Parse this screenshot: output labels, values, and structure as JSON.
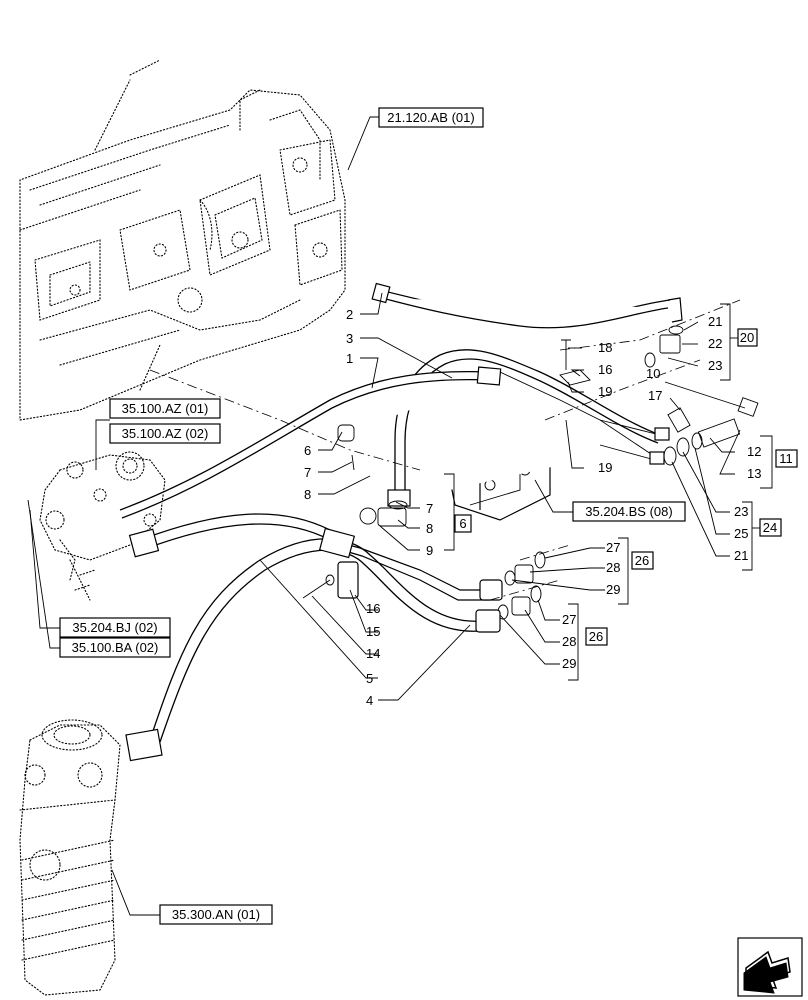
{
  "references": {
    "r1": "21.120.AB (01)",
    "r2": "35.100.AZ (01)",
    "r3": "35.100.AZ (02)",
    "r4": "35.204.BS (08)",
    "r5": "35.204.BJ (02)",
    "r6": "35.100.BA (02)",
    "r7": "35.300.AN (01)"
  },
  "callouts": {
    "c1": "1",
    "c2": "2",
    "c3": "3",
    "c4": "4",
    "c5": "5",
    "c6a": "6",
    "c7a": "7",
    "c8a": "8",
    "c7b": "7",
    "c8b": "8",
    "c9": "9",
    "c10": "10",
    "c12": "12",
    "c13": "13",
    "c14": "14",
    "c15": "15",
    "c16a": "16",
    "c16b": "16",
    "c17": "17",
    "c18": "18",
    "c19a": "19",
    "c19b": "19",
    "c21a": "21",
    "c22": "22",
    "c23a": "23",
    "c23b": "23",
    "c25": "25",
    "c21b": "21",
    "c27a": "27",
    "c28a": "28",
    "c29a": "29",
    "c27b": "27",
    "c28b": "28",
    "c29b": "29"
  },
  "kits": {
    "k20": "20",
    "k6": "6",
    "k11": "11",
    "k24": "24",
    "k26a": "26",
    "k26b": "26"
  },
  "nav": {
    "icon": "next-page-arrow-icon"
  }
}
